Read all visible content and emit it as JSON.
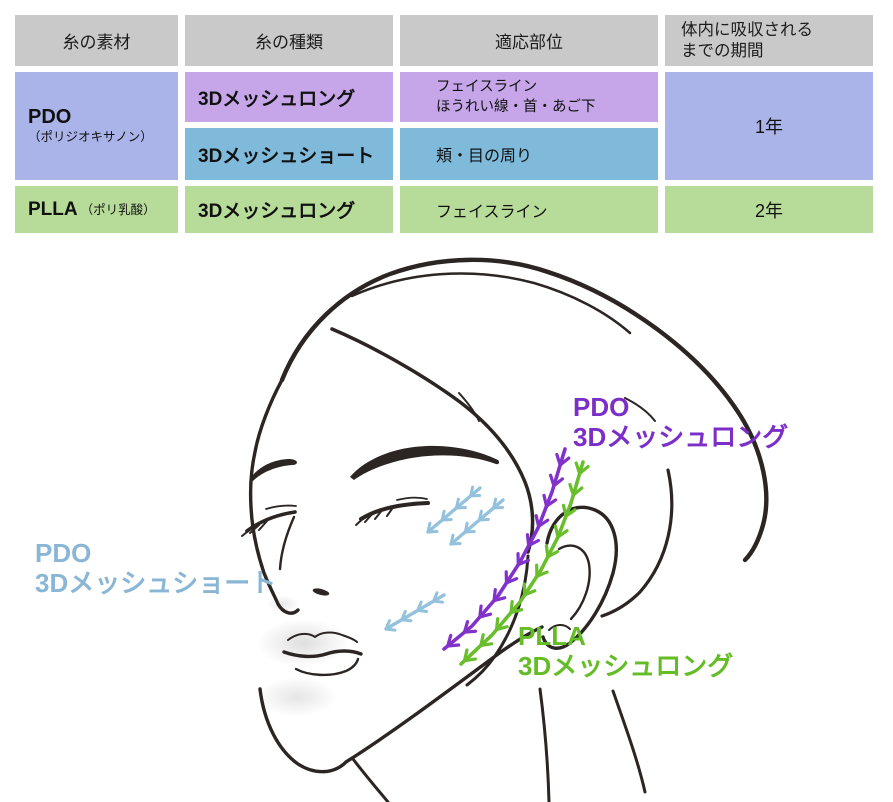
{
  "table": {
    "header_bg": "#c9c9c9",
    "headers": {
      "material": "糸の素材",
      "type": "糸の種類",
      "area": "適応部位",
      "duration_line1": "体内に吸収される",
      "duration_line2": "までの期間"
    },
    "pdo": {
      "material": "PDO",
      "material_sub": "（ポリジオキサノン）",
      "material_cell_color": "#abb4e9",
      "long": {
        "type": "3Dメッシュロング",
        "area_line1": "フェイスライン",
        "area_line2": "ほうれい線・首・あご下",
        "cell_color": "#c6a6e9"
      },
      "short": {
        "type": "3Dメッシュショート",
        "area": "頬・目の周り",
        "cell_color": "#7fbada"
      },
      "duration": "1年",
      "duration_cell_color": "#abb4e9"
    },
    "plla": {
      "material": "PLLA",
      "material_sub": "（ポリ乳酸）",
      "type": "3Dメッシュロング",
      "area": "フェイスライン",
      "duration": "2年",
      "cell_color": "#b7dc99"
    }
  },
  "diagram": {
    "line_color": "#2b2523",
    "labels": {
      "pdo_long": {
        "line1": "PDO",
        "line2": "3Dメッシュロング",
        "color": "#7b2ec8"
      },
      "pdo_short": {
        "line1": "PDO",
        "line2": "3Dメッシュショート",
        "color": "#8ab6d6"
      },
      "plla_long": {
        "line1": "PLLA",
        "line2": "3Dメッシュロング",
        "color": "#64bc26"
      }
    },
    "threads": {
      "pdo_long_color": "#8032cb",
      "pdo_short_color": "#94c1dc",
      "plla_long_color": "#69be2b"
    }
  }
}
